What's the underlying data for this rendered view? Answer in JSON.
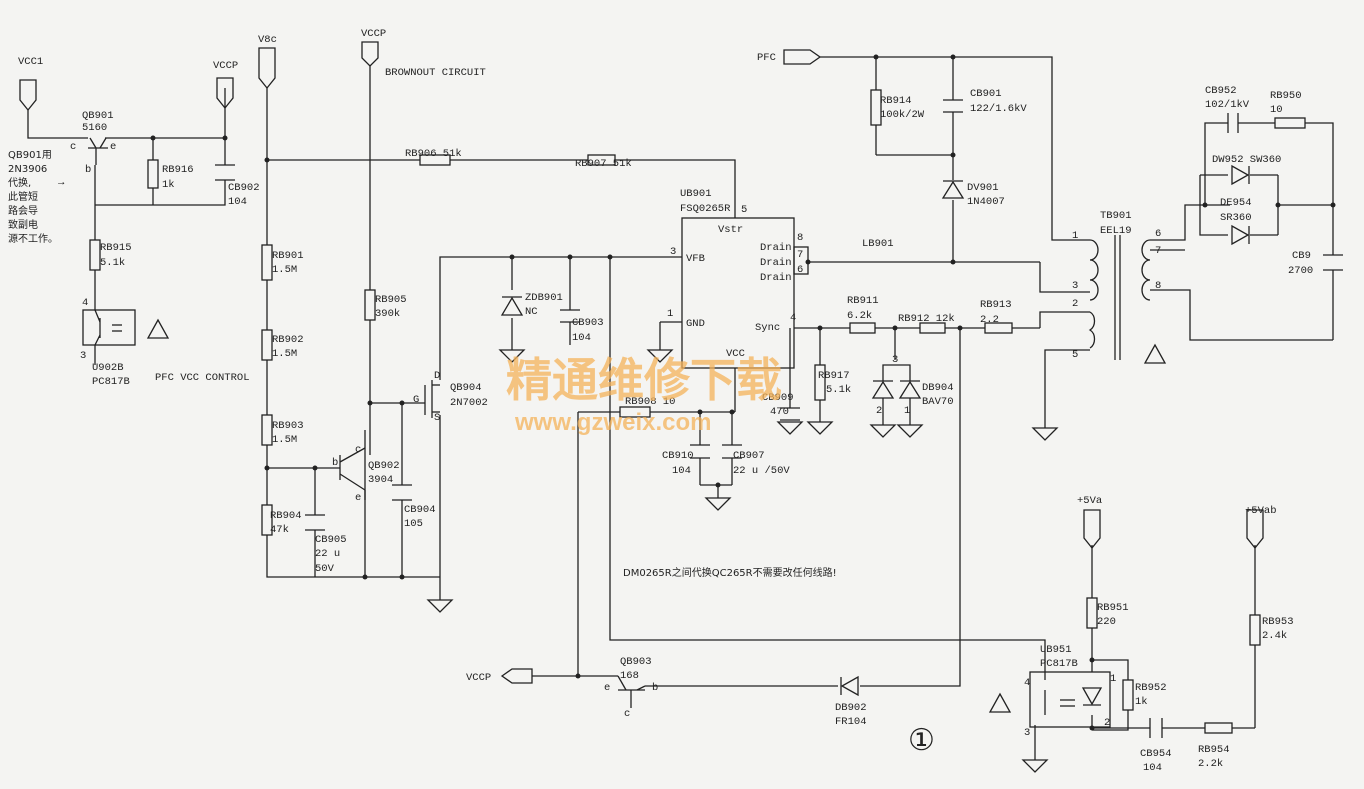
{
  "nets": {
    "vcc1": "VCC1",
    "vccp": "VCCP",
    "vccp2": "VCCP",
    "v8c": "V8c",
    "vccp3": "VCCP",
    "pfc": "PFC",
    "v5a": "+5Va",
    "v5ab": "+5Vab"
  },
  "labels": {
    "brownout": "BROWNOUT CIRCUIT",
    "pfcctl": "PFC VCC CONTROL",
    "note_qb901": [
      "QB901用",
      "2N3906",
      "代换,",
      "此管短",
      "路会导",
      "致副电",
      "源不工作。"
    ],
    "note_dm": "DM0265R之间代换QC265R不需要改任何线路!",
    "watermark_cn": "精通维修下载",
    "watermark_url": "www.gzweix.com",
    "circle1": "①"
  },
  "parts": {
    "qb901": [
      "QB901",
      "5160"
    ],
    "rb916": [
      "RB916",
      "1k"
    ],
    "cb902": [
      "CB902",
      "104"
    ],
    "rb915": [
      "RB915",
      "5.1k"
    ],
    "u902b": [
      "U902B",
      "PC817B"
    ],
    "rb901": [
      "RB901",
      "1.5M"
    ],
    "rb902": [
      "RB902",
      "1.5M"
    ],
    "rb903": [
      "RB903",
      "1.5M"
    ],
    "rb904": [
      "RB904",
      "47k"
    ],
    "cb905": [
      "CB905",
      "22 u",
      "50V"
    ],
    "rb905": [
      "RB905",
      "390k"
    ],
    "qb902": [
      "QB902",
      "3904"
    ],
    "cb904": [
      "CB904",
      "105"
    ],
    "qb904": [
      "QB904",
      "2N7002"
    ],
    "rb906": "RB906 51k",
    "rb907": "RB907 51k",
    "ub901": [
      "UB901",
      "FSQ0265R"
    ],
    "zdb901": [
      "ZDB901",
      "NC"
    ],
    "cb903": [
      "CB903",
      "104"
    ],
    "rb908": "RB908 10",
    "cb910": [
      "CB910",
      "104"
    ],
    "cb907": [
      "CB907",
      "22 u /50V"
    ],
    "cb909": [
      "CB909",
      "470"
    ],
    "rb917": [
      "RB917",
      "5.1k"
    ],
    "rb911": [
      "RB911",
      "6.2k"
    ],
    "rb912": "RB912 12k",
    "rb913": [
      "RB913",
      "2.2"
    ],
    "db904": [
      "DB904",
      "BAV70"
    ],
    "rb914": [
      "RB914",
      "100k/2W"
    ],
    "cb901": [
      "CB901",
      "122/1.6kV"
    ],
    "dv901": [
      "DV901",
      "1N4007"
    ],
    "lb901": "LB901",
    "tb901": [
      "TB901",
      "EEL19"
    ],
    "cb952": [
      "CB952",
      "102/1kV"
    ],
    "rb950": [
      "RB950",
      "10"
    ],
    "dw952": "DW952  SW360",
    "de954": [
      "DE954",
      "SR360"
    ],
    "cb9": [
      "CB9",
      "2700"
    ],
    "qb903": [
      "QB903",
      "168"
    ],
    "db902": [
      "DB902",
      "FR104"
    ],
    "rb951": [
      "RB951",
      "220"
    ],
    "ub951": [
      "UB951",
      "PC817B"
    ],
    "rb952": [
      "RB952",
      "1k"
    ],
    "cb954": [
      "CB954",
      "104"
    ],
    "rb954": [
      "RB954",
      "2.2k"
    ],
    "rb953": [
      "RB953",
      "2.4k"
    ]
  },
  "pins": {
    "vstr": "Vstr",
    "vfb": "VFB",
    "gnd": "GND",
    "sync": "Sync",
    "vcc": "VCC",
    "drain": "Drain",
    "n5": "5",
    "n3": "3",
    "n1": "1",
    "n4": "4",
    "n8": "8",
    "n7": "7",
    "n6": "6",
    "t1": "1",
    "t3": "3",
    "t2": "2",
    "t5": "5",
    "t6": "6",
    "t7": "7",
    "t8": "8",
    "c": "c",
    "b": "b",
    "e": "e",
    "g": "G",
    "d": "D",
    "s": "S"
  }
}
